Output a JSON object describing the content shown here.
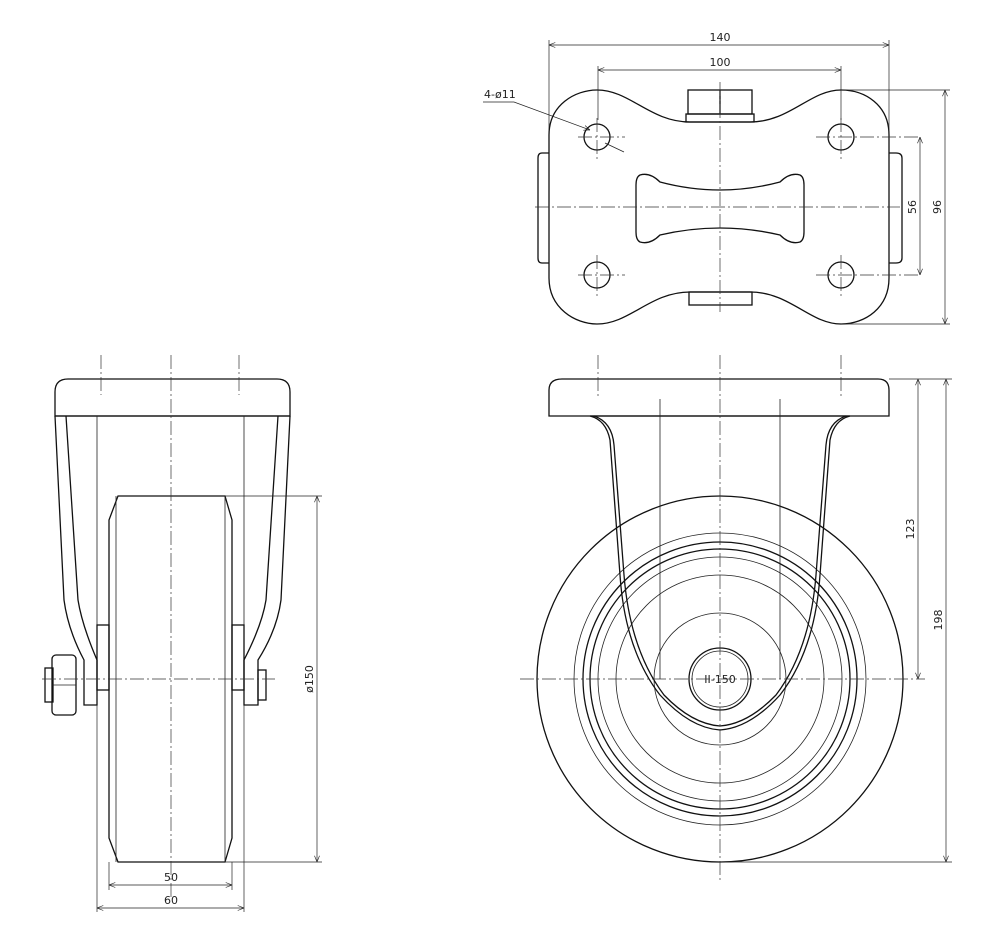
{
  "drawing": {
    "top_view": {
      "dim_width": "140",
      "dim_hole_pitch_x": "100",
      "dim_hole_pitch_y": "56",
      "dim_depth": "96",
      "hole_callout": "4-ø11"
    },
    "front_view": {
      "dim_axle_height": "123",
      "dim_total_height": "198",
      "wheel_label": "II-150"
    },
    "side_view": {
      "dim_wheel_diameter": "ø150",
      "dim_wheel_width": "50",
      "dim_fork_width": "60"
    }
  }
}
